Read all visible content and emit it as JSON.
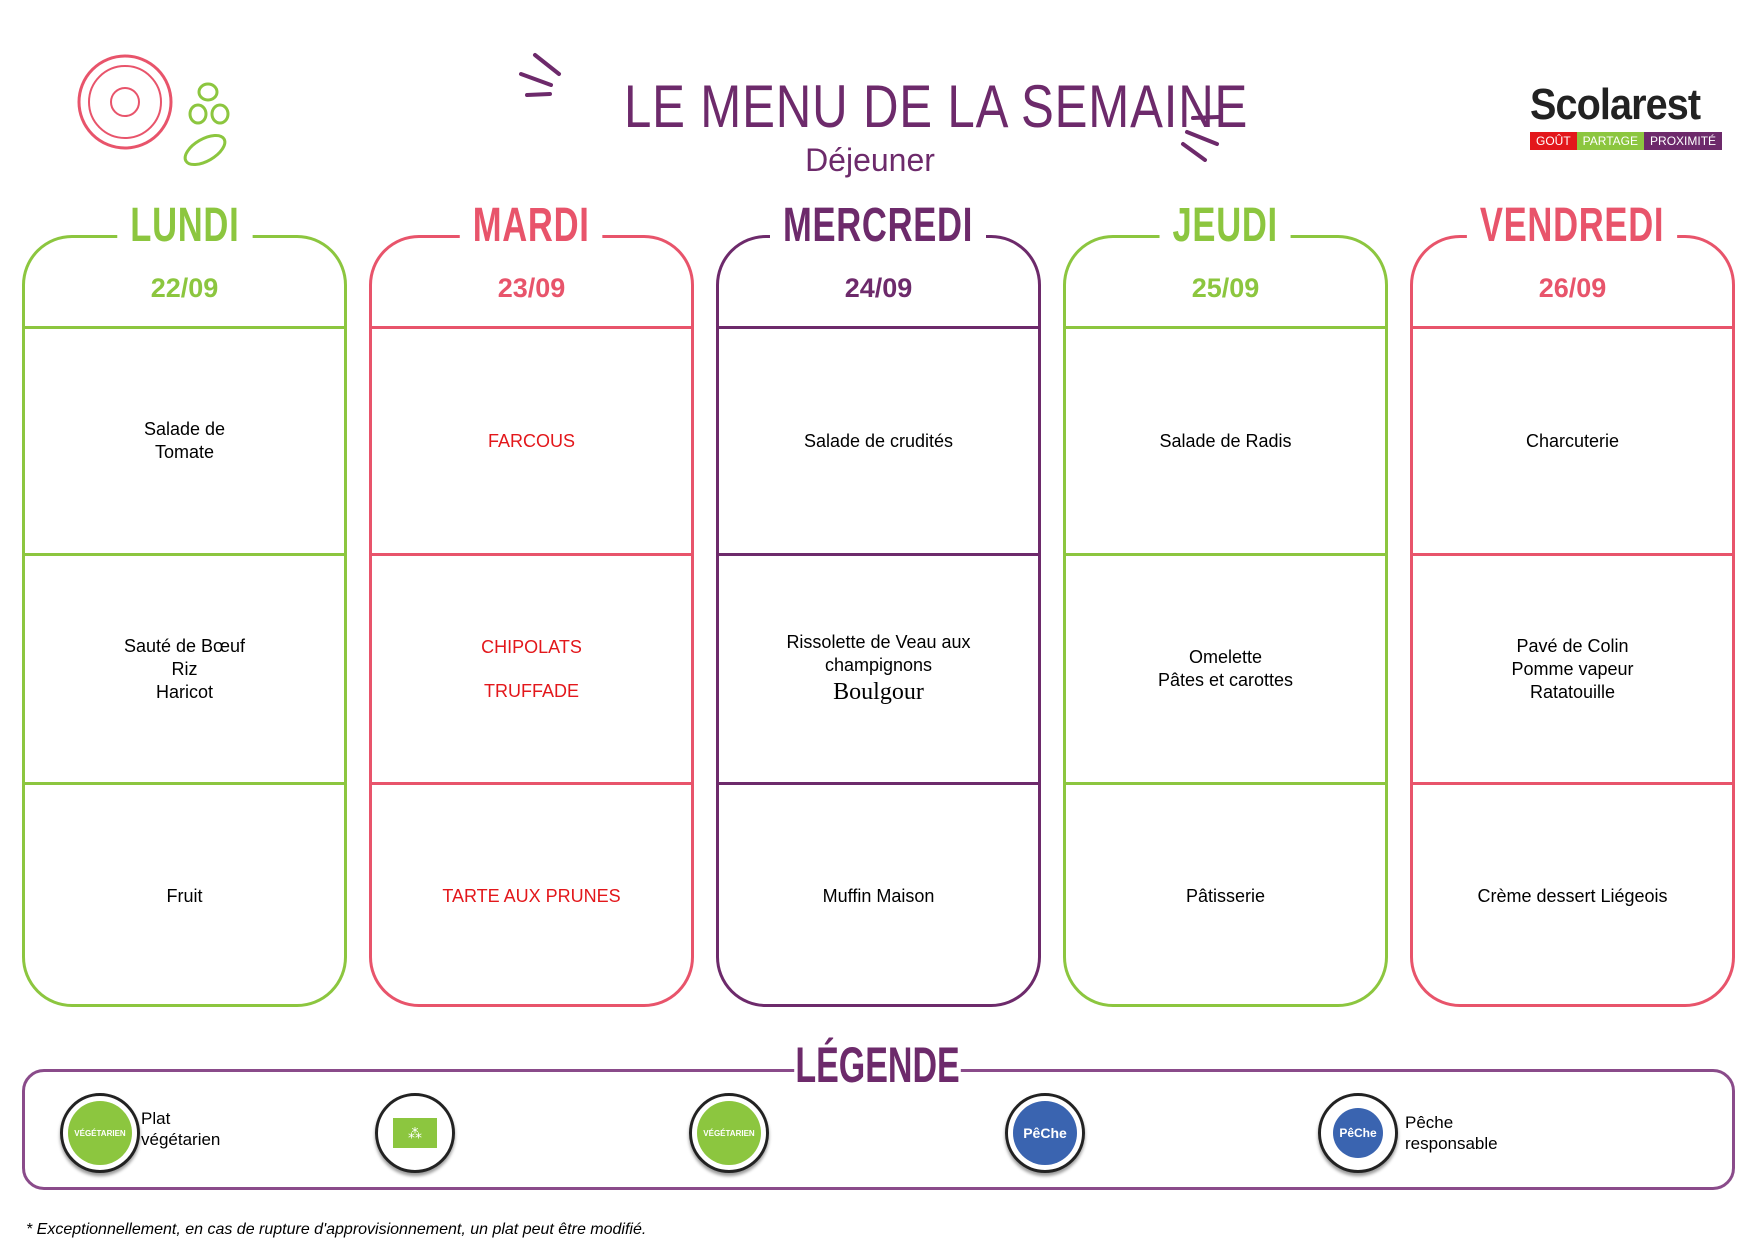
{
  "header": {
    "title": "LE MENU DE LA SEMAINE",
    "subtitle": "Déjeuner",
    "logo": {
      "name": "Scolarest",
      "tags": [
        "GOÛT",
        "PARTAGE",
        "PROXIMITÉ"
      ]
    }
  },
  "colors": {
    "green": "#8cc63f",
    "pink": "#e8546b",
    "purple": "#6d2a6b",
    "red": "#e3171b"
  },
  "days": [
    {
      "name": "LUNDI",
      "date": "22/09",
      "starter": [
        "Salade de",
        "Tomate"
      ],
      "main": [
        "Sauté de Bœuf",
        "Riz",
        "Haricot"
      ],
      "dessert": [
        "Fruit"
      ]
    },
    {
      "name": "MARDI",
      "date": "23/09",
      "starter": [
        "FARCOUS"
      ],
      "main": [
        "CHIPOLATS",
        "TRUFFADE"
      ],
      "dessert": [
        "TARTE AUX PRUNES"
      ]
    },
    {
      "name": "MERCREDI",
      "date": "24/09",
      "starter": [
        "Salade de crudités"
      ],
      "main": [
        "Rissolette de Veau aux",
        "champignons",
        "Boulgour"
      ],
      "dessert": [
        "Muffin Maison"
      ]
    },
    {
      "name": "JEUDI",
      "date": "25/09",
      "starter": [
        "Salade de Radis"
      ],
      "main": [
        "Omelette",
        "Pâtes et carottes"
      ],
      "dessert": [
        "Pâtisserie"
      ]
    },
    {
      "name": "VENDREDI",
      "date": "26/09",
      "starter": [
        "Charcuterie"
      ],
      "main": [
        "Pavé de Colin",
        "Pomme vapeur",
        "Ratatouille"
      ],
      "dessert": [
        "Crème dessert Liégeois"
      ]
    }
  ],
  "legend": {
    "title": "LÉGENDE",
    "items": [
      {
        "icon": "vegetarian-icon",
        "badge": "VÉGÉTARIEN",
        "label1": "Plat",
        "label2": "végétarien"
      },
      {
        "icon": "organic-eu-leaf-icon"
      },
      {
        "icon": "vegetarian-icon",
        "badge": "VÉGÉTARIEN"
      },
      {
        "icon": "responsible-fishing-icon",
        "badge": "PêChe"
      },
      {
        "icon": "responsible-fishing-icon",
        "badge": "PêChe",
        "label1": "Pêche",
        "label2": "responsable"
      }
    ]
  },
  "footer": "* Exceptionnellement, en cas de rupture d'approvisionnement, un plat peut être modifié."
}
